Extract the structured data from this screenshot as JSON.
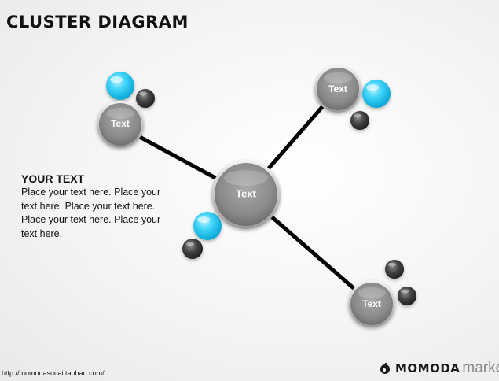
{
  "title": "CLUSTER DIAGRAM",
  "nodes": {
    "center": "Text",
    "top_left": "Text",
    "top_right": "Text",
    "bottom_right": "Text"
  },
  "text_block": {
    "heading": "YOUR TEXT",
    "body": "Place your text here. Place your text here. Place your text here. Place your text here. Place your text here."
  },
  "footer": {
    "url": "http://momodasucai.taobao.com/",
    "brand": "MOMODA",
    "brand_suffix": "market"
  },
  "colors": {
    "accent": "#1ec8f5",
    "node_gray": "#8a8a8a",
    "dark_sphere": "#3a3a3a",
    "connector": "#000000"
  }
}
